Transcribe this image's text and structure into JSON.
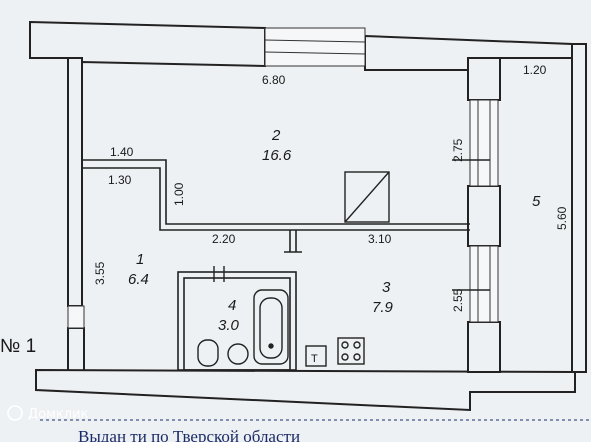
{
  "plan_label": "№ 1",
  "dimensions": {
    "top_width": "6.80",
    "balcony_width": "1.20",
    "corridor_top": "1.40",
    "corridor_inner": "1.30",
    "corridor_height": "1.00",
    "left_height": "3.55",
    "mid_partition_left": "2.20",
    "mid_partition_right": "3.10",
    "right_upper": "2.75",
    "right_lower": "2.55",
    "balcony_length": "5.60"
  },
  "rooms": [
    {
      "number": "1",
      "area": "6.4"
    },
    {
      "number": "2",
      "area": "16.6"
    },
    {
      "number": "3",
      "area": "7.9"
    },
    {
      "number": "4",
      "area": "3.0"
    },
    {
      "number": "5",
      "area": ""
    }
  ],
  "fixtures": {
    "stove_symbol": "T"
  },
  "watermark": "Домклик",
  "footer_text": "Выдан         ти по Тверской области"
}
